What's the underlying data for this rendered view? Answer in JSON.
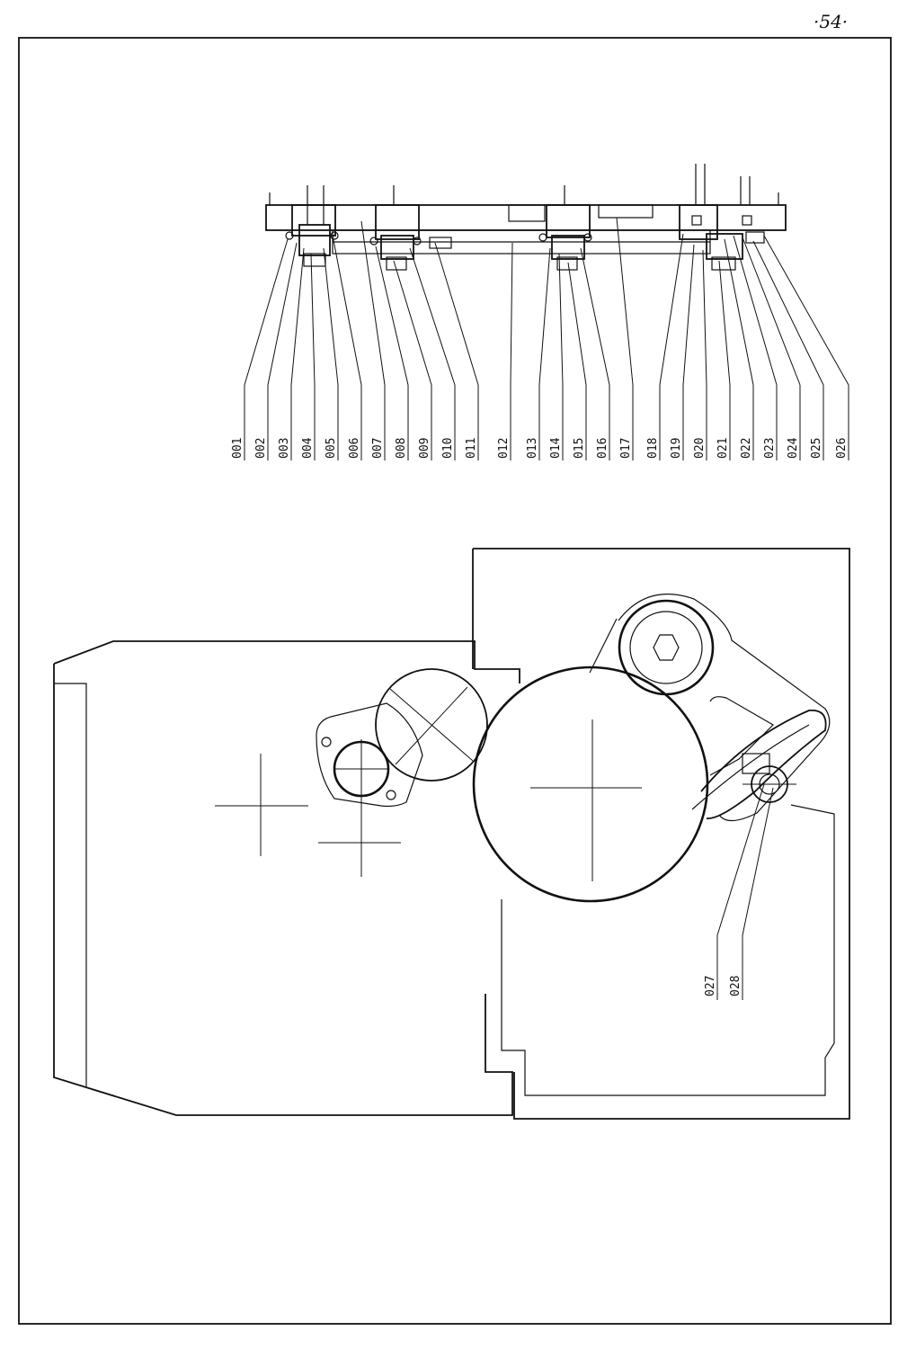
{
  "page": {
    "number": "·54·"
  },
  "callouts_top": [
    "001",
    "002",
    "003",
    "004",
    "005",
    "006",
    "007",
    "008",
    "009",
    "010",
    "011",
    "012",
    "013",
    "014",
    "015",
    "016",
    "017",
    "018",
    "019",
    "020",
    "021",
    "022",
    "023",
    "024",
    "025",
    "026"
  ],
  "callouts_bottom": [
    "027",
    "028"
  ]
}
